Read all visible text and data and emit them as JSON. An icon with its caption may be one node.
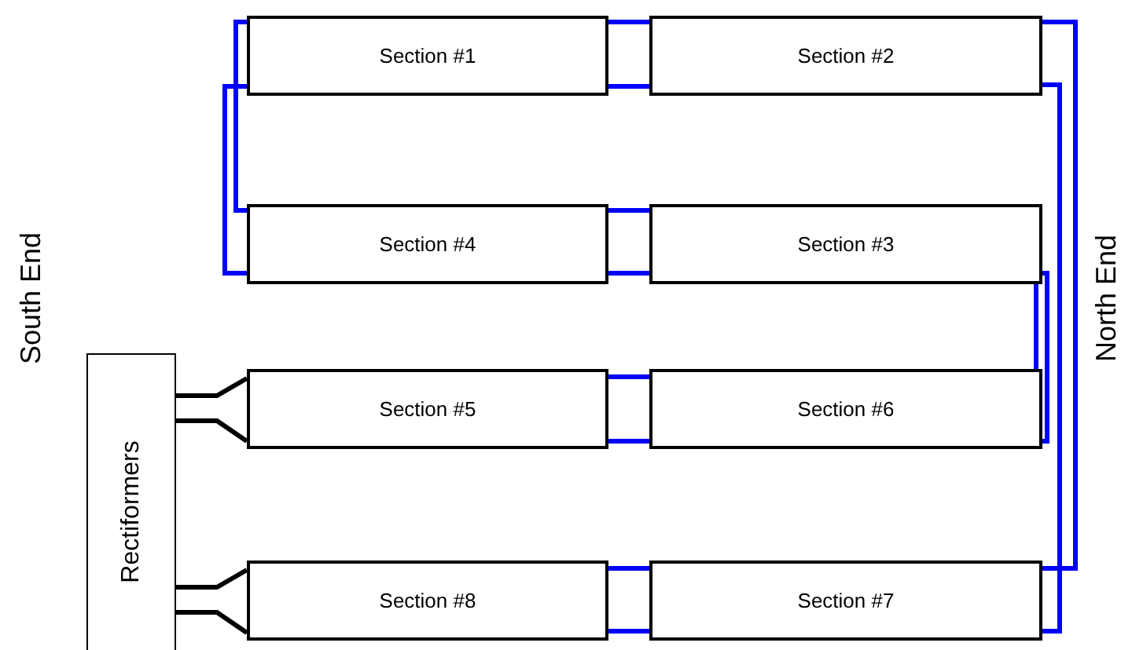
{
  "diagram": {
    "nodes": [
      {
        "text": [
          "Section #1"
        ]
      },
      {
        "text": [
          "Section #2"
        ]
      },
      {
        "text": [
          "Section #4"
        ]
      },
      {
        "text": [
          "Section #3"
        ]
      },
      {
        "text": [
          "Rectiformers"
        ]
      },
      {
        "text": [
          "Section #5"
        ]
      },
      {
        "text": [
          "Section #6"
        ]
      },
      {
        "text": [
          "Section #8"
        ]
      },
      {
        "text": [
          "Section #7"
        ]
      }
    ],
    "edges": [
      {
        "from": 0,
        "to": 1,
        "arrow": "none"
      },
      {
        "from": 0,
        "to": 1,
        "arrow": "none"
      },
      {
        "from": 0,
        "to": 2,
        "arrow": "none"
      },
      {
        "from": 0,
        "to": 2,
        "arrow": "none"
      },
      {
        "from": 2,
        "to": 3,
        "arrow": "none"
      },
      {
        "from": 2,
        "to": 3,
        "arrow": "none"
      },
      {
        "from": 3,
        "to": 6,
        "arrow": "none"
      },
      {
        "from": 3,
        "to": 6,
        "arrow": "none"
      },
      {
        "from": 1,
        "to": 8,
        "arrow": "none"
      },
      {
        "from": 1,
        "to": 8,
        "arrow": "none"
      },
      {
        "from": 5,
        "to": 6,
        "arrow": "none"
      },
      {
        "from": 5,
        "to": 6,
        "arrow": "none"
      },
      {
        "from": 7,
        "to": 8,
        "arrow": "none"
      },
      {
        "from": 7,
        "to": 8,
        "arrow": "none"
      },
      {
        "from": 4,
        "to": 5,
        "arrow": "none",
        "color": "#000000"
      },
      {
        "from": 4,
        "to": 5,
        "arrow": "none",
        "color": "#000000"
      },
      {
        "from": 4,
        "to": 7,
        "arrow": "none",
        "color": "#000000"
      },
      {
        "from": 4,
        "to": 7,
        "arrow": "none",
        "color": "#000000"
      }
    ],
    "labels": [
      "South End",
      "North End"
    ]
  }
}
